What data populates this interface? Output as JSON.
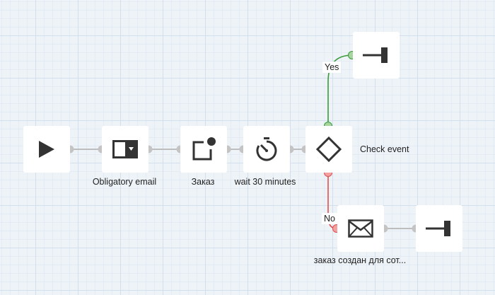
{
  "flow": {
    "nodes": {
      "start": {
        "icon": "play-icon"
      },
      "email": {
        "icon": "split-dropdown-icon",
        "label": "Obligatory email"
      },
      "order": {
        "icon": "notification-square-icon",
        "label": "Заказ"
      },
      "wait": {
        "icon": "stopwatch-icon",
        "label": "wait 30 minutes"
      },
      "check": {
        "icon": "diamond-icon",
        "label": "Check event"
      },
      "end_yes": {
        "icon": "end-bar-icon"
      },
      "message": {
        "icon": "envelope-icon",
        "label": "заказ создан для сот..."
      },
      "end_no": {
        "icon": "end-bar-icon"
      }
    },
    "branches": {
      "yes": {
        "label": "Yes",
        "color": "#3a9a3a"
      },
      "no": {
        "label": "No",
        "color": "#e05050"
      }
    },
    "connector_color": "#bdbdbd"
  }
}
